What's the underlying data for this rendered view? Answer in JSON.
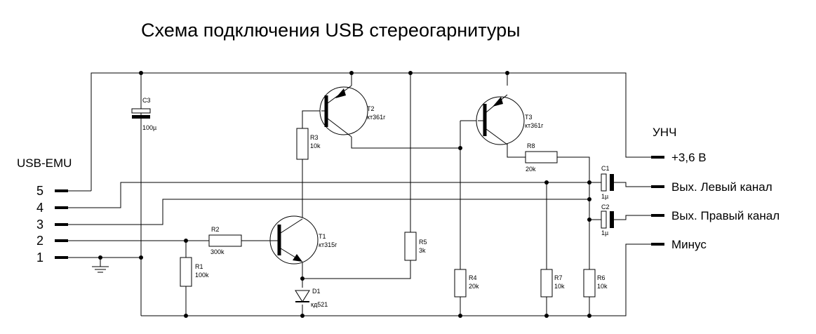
{
  "title": "Схема подключения USB стереогарнитуры",
  "connector": {
    "label": "USB-EMU",
    "pins": [
      "5",
      "4",
      "3",
      "2",
      "1"
    ]
  },
  "amp": {
    "label": "УНЧ",
    "outputs": [
      "+3,6 В",
      "Вых. Левый канал",
      "Вых. Правый канал",
      "Минус"
    ]
  },
  "components": {
    "C3": {
      "ref": "C3",
      "value": "100µ"
    },
    "T2": {
      "ref": "T2",
      "value": "кт361г"
    },
    "T3": {
      "ref": "T3",
      "value": "кт361г"
    },
    "R3": {
      "ref": "R3",
      "value": "10k"
    },
    "R8": {
      "ref": "R8",
      "value": "20k"
    },
    "C1": {
      "ref": "C1",
      "value": "1µ"
    },
    "C2": {
      "ref": "C2",
      "value": "1µ"
    },
    "R2": {
      "ref": "R2",
      "value": "300k"
    },
    "T1": {
      "ref": "T1",
      "value": "кт315г"
    },
    "R5": {
      "ref": "R5",
      "value": "3k"
    },
    "R1": {
      "ref": "R1",
      "value": "100k"
    },
    "D1": {
      "ref": "D1",
      "value": "кд521"
    },
    "R4": {
      "ref": "R4",
      "value": "20k"
    },
    "R7": {
      "ref": "R7",
      "value": "10k"
    },
    "R6": {
      "ref": "R6",
      "value": "10k"
    }
  }
}
